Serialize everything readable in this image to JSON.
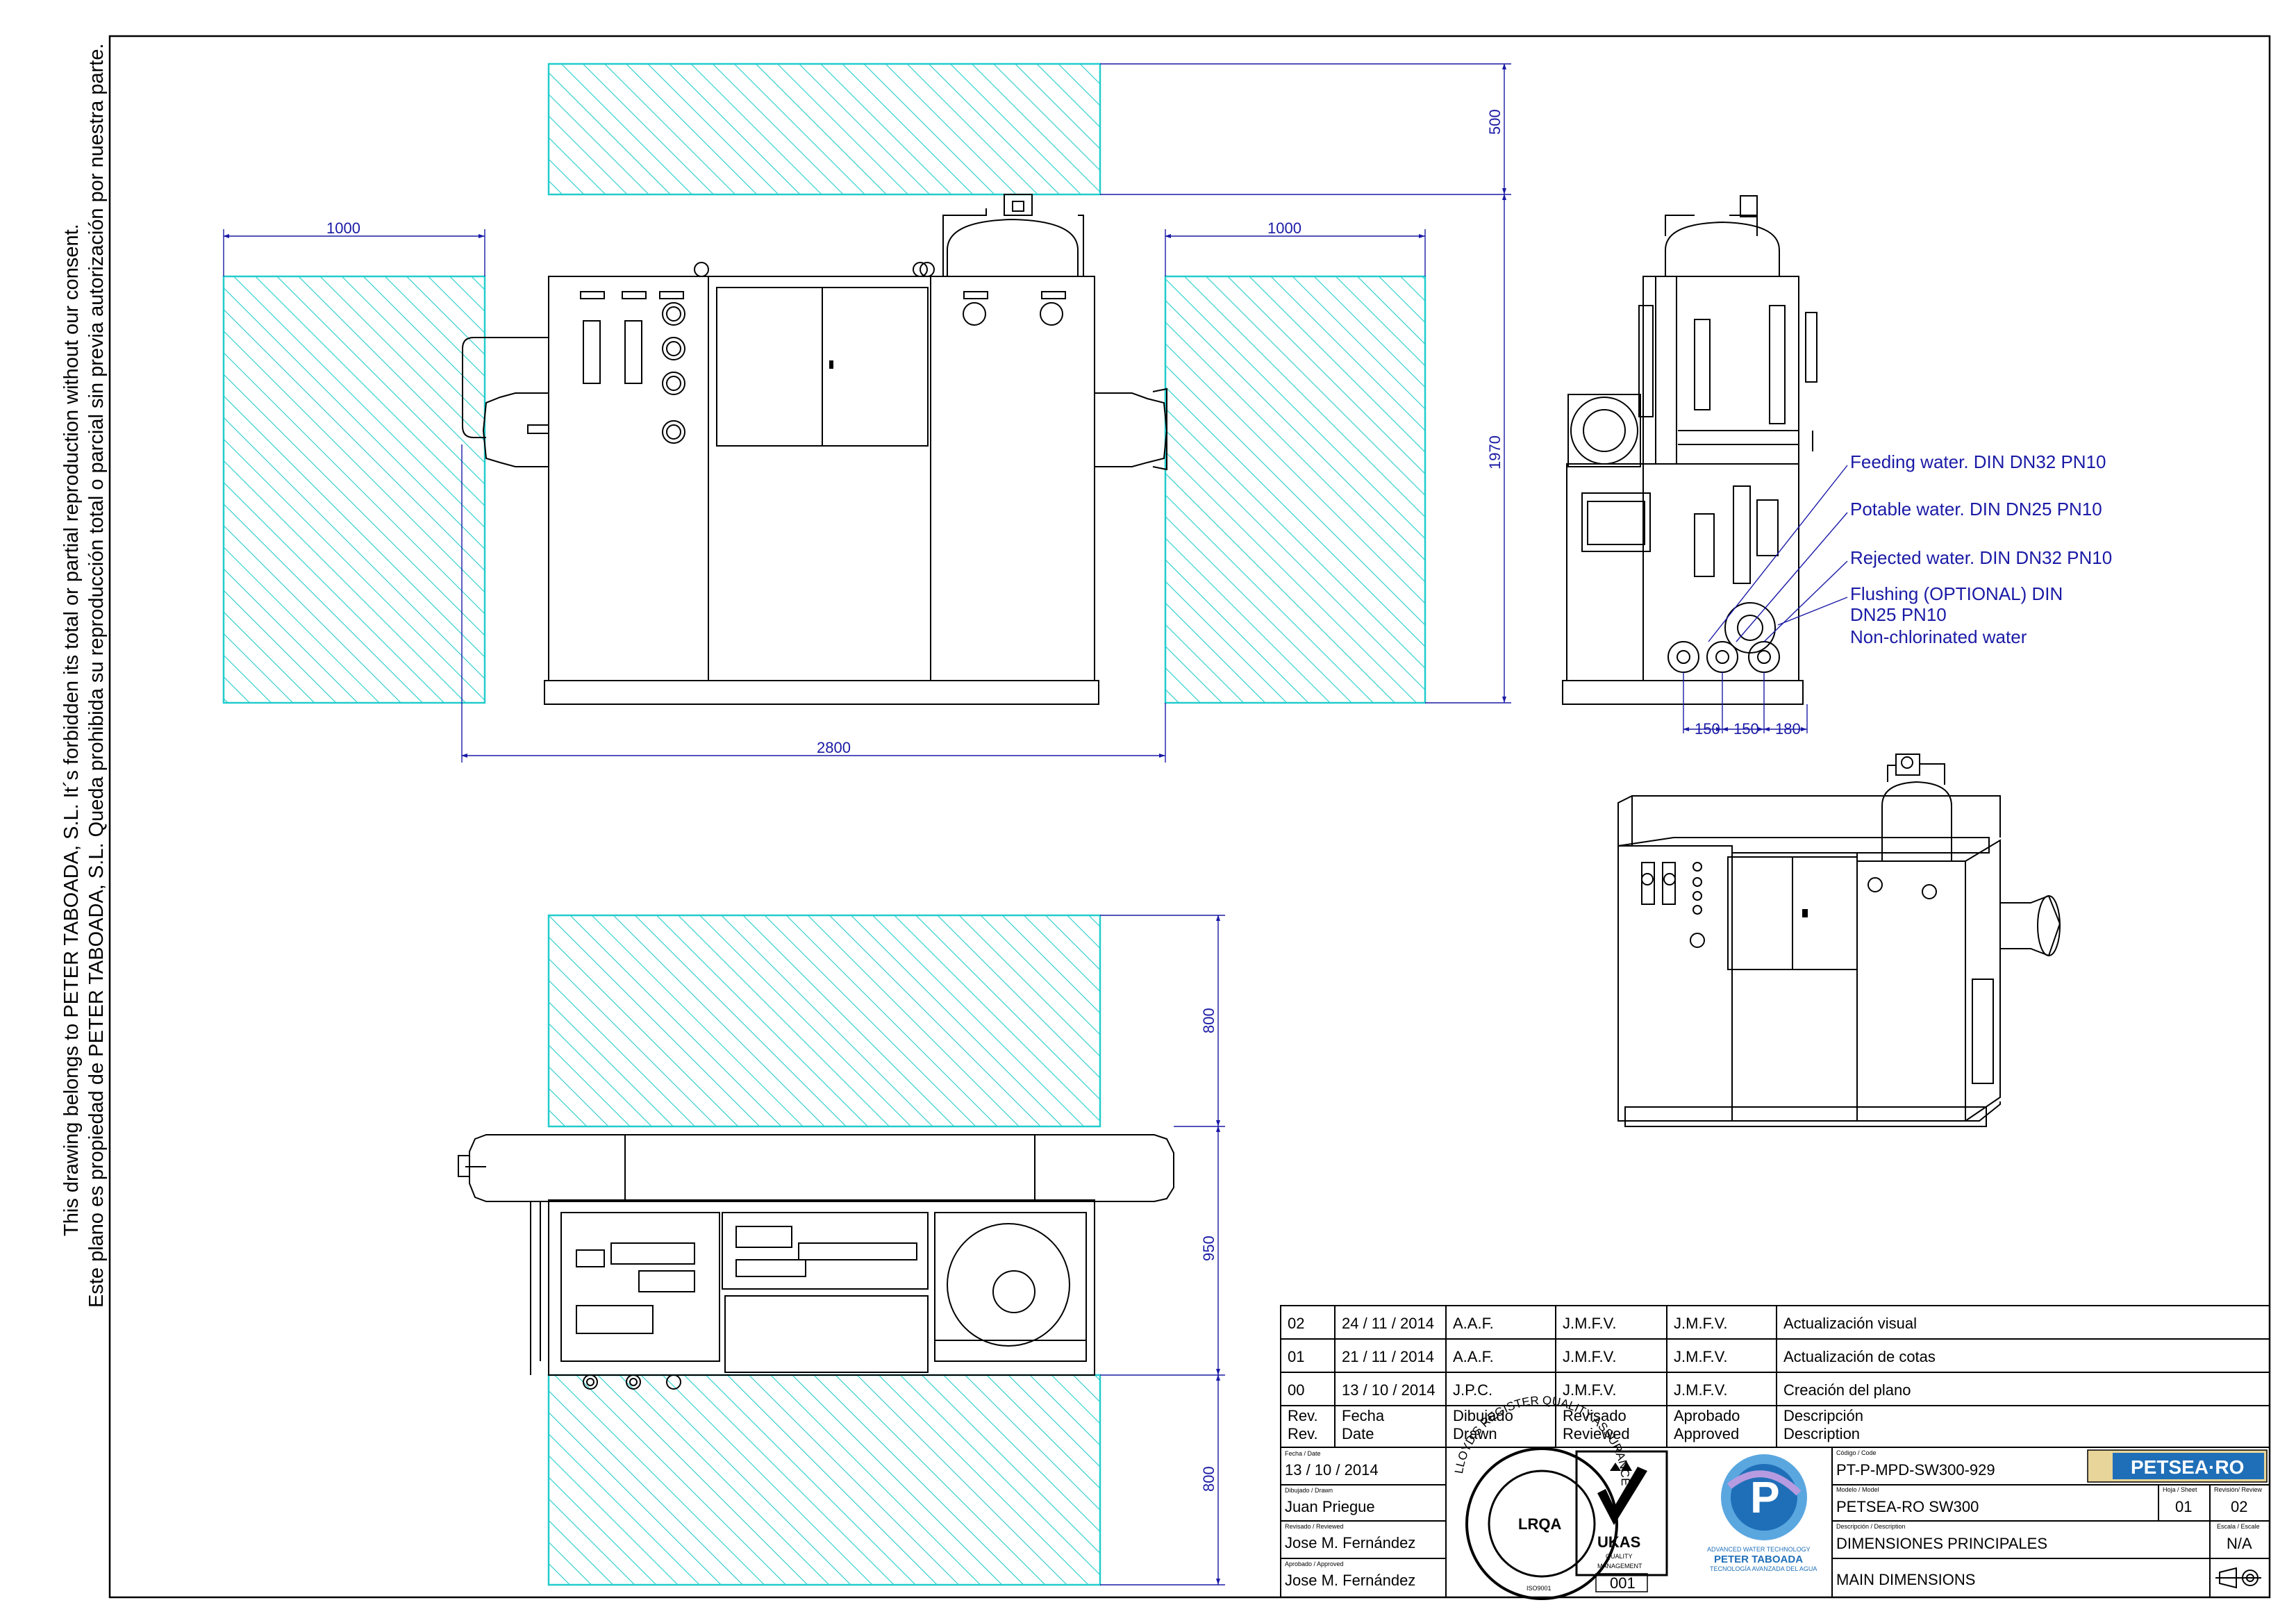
{
  "side_note": {
    "line_en": "This drawing belongs to PETER TABOADA, S.L. It´s forbidden its total or partial reproduction without our consent.",
    "line_es": "Este plano es propiedad de PETER TABOADA, S.L. Queda prohibida su reproducción total o parcial sin previa autorización por nuestra parte."
  },
  "dimensions": {
    "front_left_clearance": "1000",
    "front_right_clearance": "1000",
    "front_top_clearance": "500",
    "front_height": "1970",
    "front_width": "2800",
    "side_spacing_1": "150",
    "side_spacing_2": "150",
    "side_spacing_3": "180",
    "plan_top_clearance": "800",
    "plan_depth": "950",
    "plan_bottom_clearance": "800"
  },
  "connections": {
    "feeding": "Feeding water. DIN DN32 PN10",
    "potable": "Potable water. DIN DN25 PN10",
    "rejected": "Rejected water. DIN DN32 PN10",
    "flushing_1": "Flushing (OPTIONAL) DIN",
    "flushing_2": "DN25 PN10",
    "flushing_3": "Non-chlorinated water"
  },
  "colors": {
    "clearance_hatch": "#22cccc",
    "dimension": "#1a1aa6",
    "line": "#000000",
    "logo_blue": "#1f6fb8"
  },
  "title_block": {
    "revisions": [
      {
        "rev": "02",
        "date": "24 / 11 / 2014",
        "drawn": "A.A.F.",
        "reviewed": "J.M.F.V.",
        "approved": "J.M.F.V.",
        "desc": "Actualización visual"
      },
      {
        "rev": "01",
        "date": "21 / 11 / 2014",
        "drawn": "A.A.F.",
        "reviewed": "J.M.F.V.",
        "approved": "J.M.F.V.",
        "desc": "Actualización de cotas"
      },
      {
        "rev": "00",
        "date": "13 / 10 / 2014",
        "drawn": "J.P.C.",
        "reviewed": "J.M.F.V.",
        "approved": "J.M.F.V.",
        "desc": "Creación del plano"
      }
    ],
    "header": {
      "rev_1": "Rev.",
      "rev_2": "Rev.",
      "date_1": "Fecha",
      "date_2": "Date",
      "drawn_1": "Dibujado",
      "drawn_2": "Drawn",
      "reviewed_1": "Revisado",
      "reviewed_2": "Reviewed",
      "approved_1": "Aprobado",
      "approved_2": "Approved",
      "desc_1": "Descripción",
      "desc_2": "Description"
    },
    "date_label": "Fecha / Date",
    "date_value": "13 / 10 / 2014",
    "drawn_label": "Dibujado / Drawn",
    "drawn_value": "Juan Priegue",
    "reviewed_label": "Revisado / Reviewed",
    "reviewed_value": "Jose M. Fernández",
    "approved_label": "Aprobado / Approved",
    "approved_value": "Jose M. Fernández",
    "code_label": "Código / Code",
    "code_value": "PT-P-MPD-SW300-929",
    "model_label": "Modelo / Model",
    "model_value": "PETSEA-RO SW300",
    "sheet_label": "Hoja / Sheet",
    "sheet_value": "01",
    "revision_label": "Revisión/ Review",
    "revision_value": "02",
    "description_label": "Descripción / Description",
    "description_es": "DIMENSIONES PRINCIPALES",
    "description_en": "MAIN DIMENSIONS",
    "scale_label": "Escala / Escale",
    "scale_value": "N/A",
    "brand": "PETSEA·RO",
    "ukas_text": "UKAS",
    "ukas_sub1": "QUALITY",
    "ukas_sub2": "MANAGEMENT",
    "ukas_number": "001",
    "lloyds_ring": "LLOYD'S REGISTER QUALITY ASSURANCE",
    "lloyds_iso": "ISO9001",
    "lloyds_mark": "LRQA",
    "company_line1": "ADVANCED WATER TECHNOLOGY",
    "company_name": "PETER TABOADA",
    "company_line2": "TECNOLOGÍA AVANZADA DEL AGUA"
  }
}
